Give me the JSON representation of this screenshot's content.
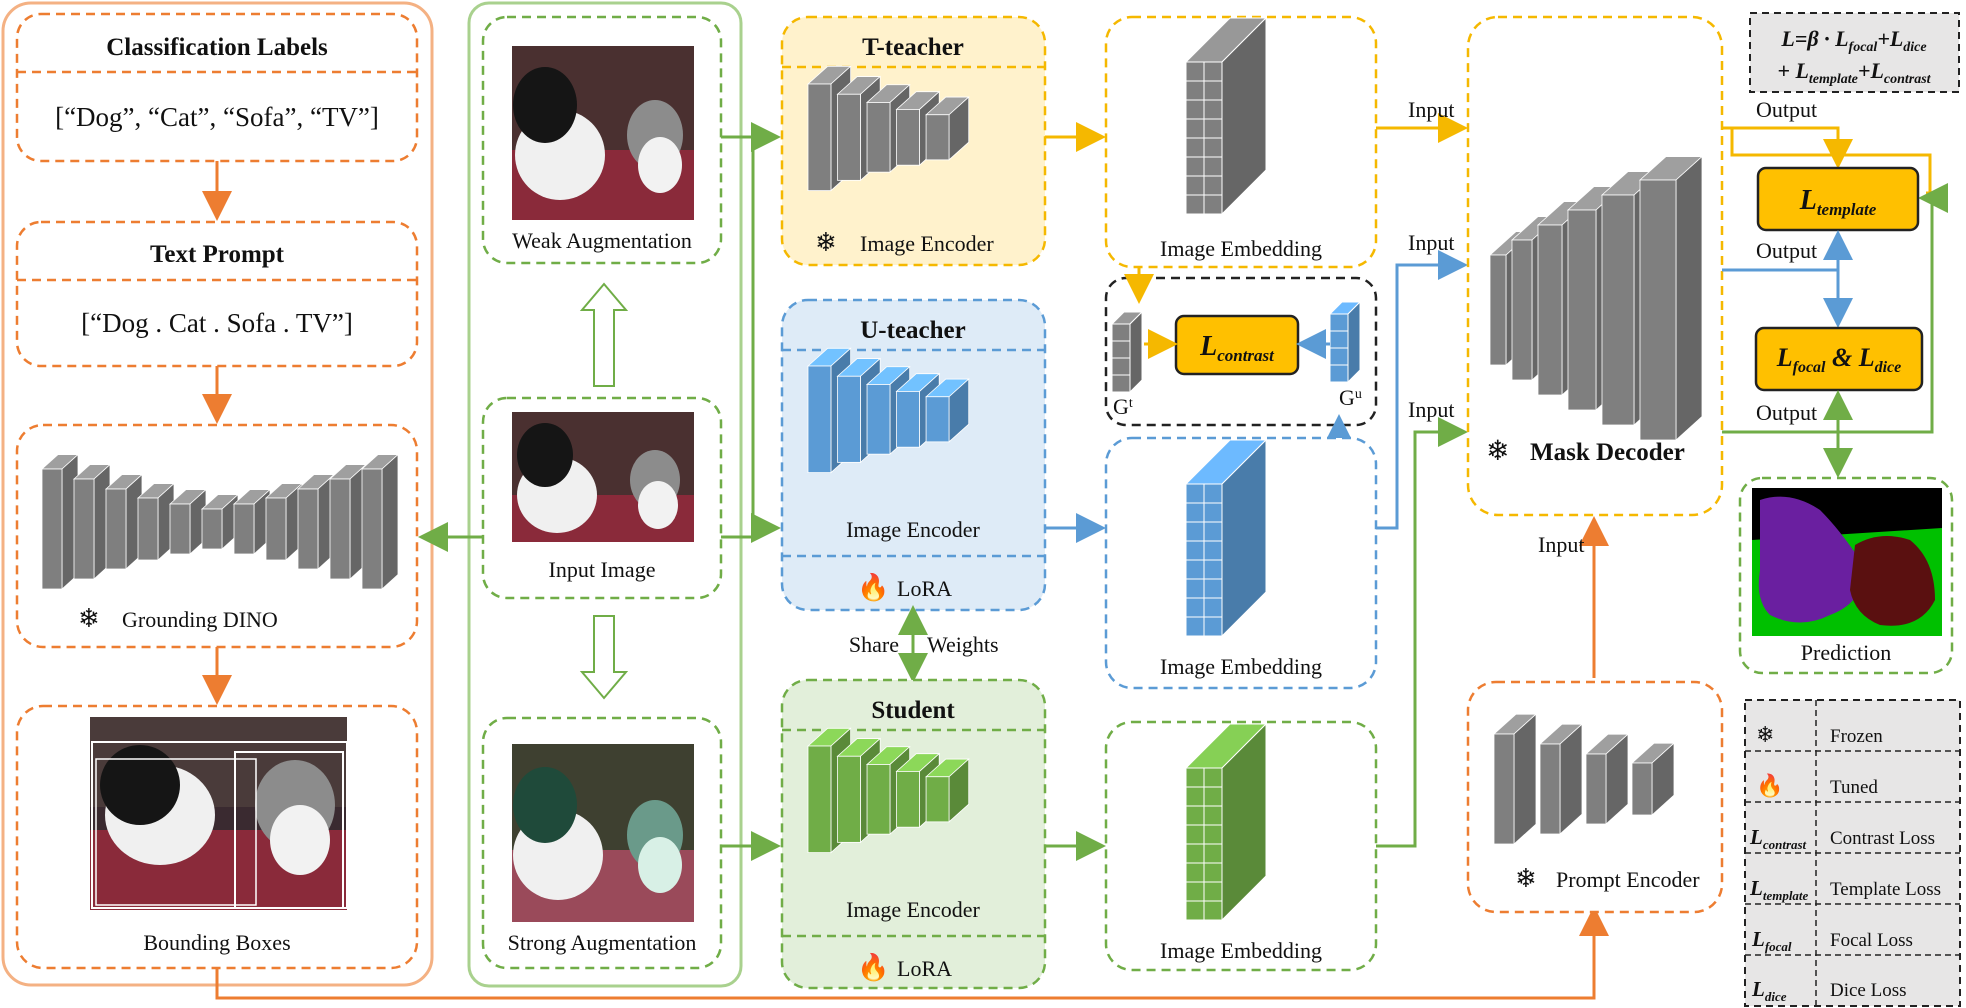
{
  "left_column": {
    "classification_title": "Classification Labels",
    "classification_values": "[“Dog”, “Cat”, “Sofa”, “TV”]",
    "text_prompt_title": "Text Prompt",
    "text_prompt_value": "[“Dog . Cat . Sofa . TV”]",
    "grounding_label": "Grounding DINO",
    "bbox_label": "Bounding Boxes"
  },
  "aug_column": {
    "weak_label": "Weak Augmentation",
    "input_label": "Input Image",
    "strong_label": "Strong Augmentation"
  },
  "teachers": {
    "t_title": "T-teacher",
    "t_encoder": "Image Encoder",
    "u_title": "U-teacher",
    "u_encoder": "Image Encoder",
    "u_lora": "LoRA",
    "share_left": "Share",
    "share_right": "Weights",
    "s_title": "Student",
    "s_encoder": "Image Encoder",
    "s_lora": "LoRA"
  },
  "embeddings": {
    "top_label": "Image Embedding",
    "mid_label": "Image Embedding",
    "bot_label": "Image Embedding",
    "gt_label": "Gt",
    "gu_label": "Gu",
    "contrast_label": "Lcontrast"
  },
  "decoder": {
    "mask_decoder_label": "Mask Decoder",
    "prompt_encoder_label": "Prompt Encoder",
    "input_1": "Input",
    "input_2": "Input",
    "input_3": "Input",
    "input_4": "Input"
  },
  "losses": {
    "formula_line1": "L=β · Lfocal+Ldice",
    "formula_line2": "+ Ltemplate+Lcontrast",
    "output_1": "Output",
    "output_2": "Output",
    "output_3": "Output",
    "template_label": "Ltemplate",
    "focal_dice_label": "Lfocal & Ldice",
    "prediction_label": "Prediction"
  },
  "legend": [
    {
      "symbol": "❄",
      "text": "Frozen"
    },
    {
      "symbol": "🔥",
      "text": "Tuned"
    },
    {
      "symbol": "Lcontrast",
      "text": "Contrast Loss"
    },
    {
      "symbol": "Ltemplate",
      "text": "Template Loss"
    },
    {
      "symbol": "Lfocal",
      "text": "Focal Loss"
    },
    {
      "symbol": "Ldice",
      "text": "Dice Loss"
    }
  ],
  "colors": {
    "orange": "#ED7D31",
    "green": "#70AD47",
    "yellow": "#F5B800",
    "blue": "#5B9BD5",
    "gold": "#FFC000",
    "t_fill": "#FFF2CC",
    "u_fill": "#DEEBF7",
    "s_fill": "#E2EFDA"
  }
}
